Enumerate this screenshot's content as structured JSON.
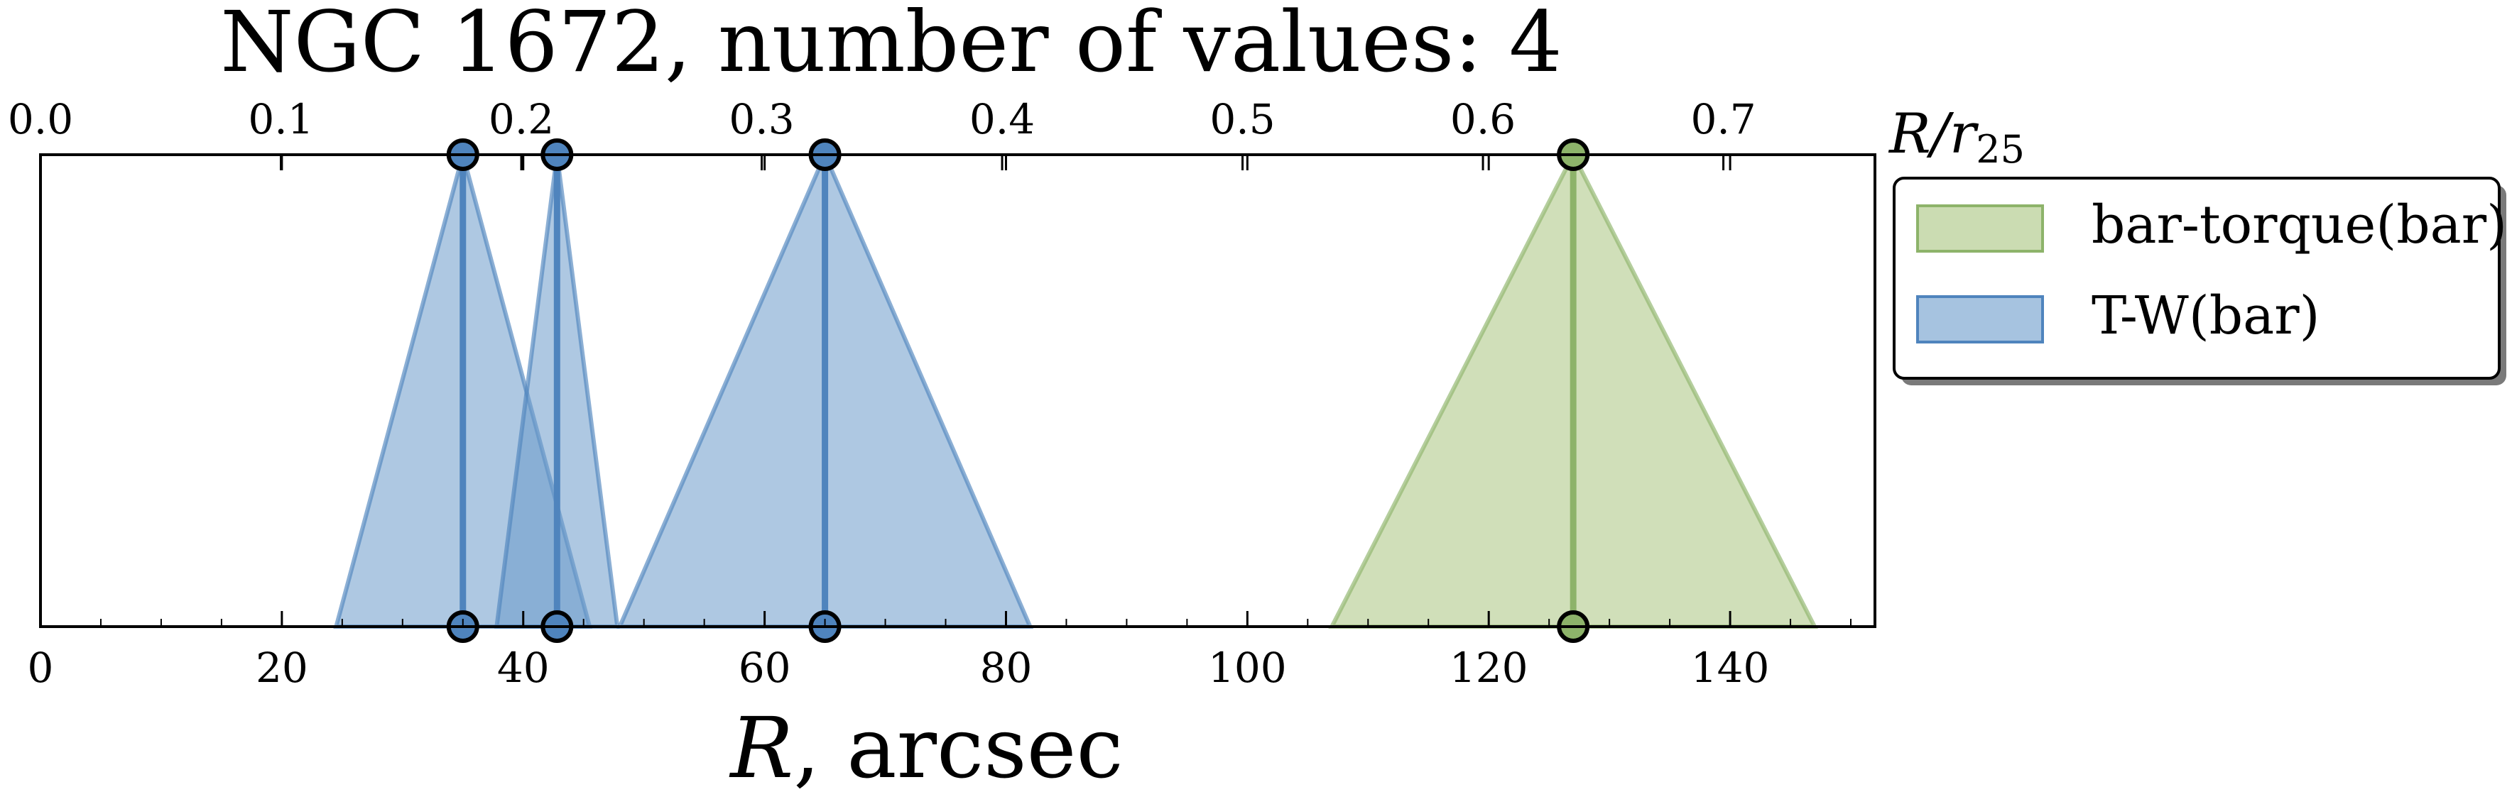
{
  "chart_data": {
    "type": "area",
    "title": "NGC 1672, number of values: 4",
    "xlabel_var": "R",
    "xlabel_unit": ", arcsec",
    "top_axis_label": "R/r",
    "top_axis_label_sub": "25",
    "xlim": [
      0,
      152
    ],
    "ylim": [
      0,
      1
    ],
    "x_ticks": [
      "0",
      "20",
      "40",
      "60",
      "80",
      "100",
      "120",
      "140"
    ],
    "x_tick_values": [
      0,
      20,
      40,
      60,
      80,
      100,
      120,
      140
    ],
    "top_ticks": [
      "0.0",
      "0.1",
      "0.2",
      "0.3",
      "0.4",
      "0.5",
      "0.6",
      "0.7"
    ],
    "top_tick_values": [
      0.0,
      0.1,
      0.2,
      0.3,
      0.4,
      0.5,
      0.6,
      0.7
    ],
    "top_scale_arcsec_per_unit": 199.2,
    "grid": false,
    "legend_placement": "outside upper right",
    "series": [
      {
        "name": "bar-torque(bar)",
        "color": "#a9c47f",
        "line_color": "#8db36a",
        "values": [
          {
            "center": 127.0,
            "low": 107.0,
            "high": 147.0
          }
        ]
      },
      {
        "name": "T-W(bar)",
        "color": "#6b9bcb",
        "line_color": "#4f84bd",
        "values": [
          {
            "center": 35.0,
            "low": 24.5,
            "high": 45.5
          },
          {
            "center": 42.8,
            "low": 37.8,
            "high": 47.8
          },
          {
            "center": 65.0,
            "low": 48.0,
            "high": 82.0
          }
        ]
      }
    ]
  }
}
